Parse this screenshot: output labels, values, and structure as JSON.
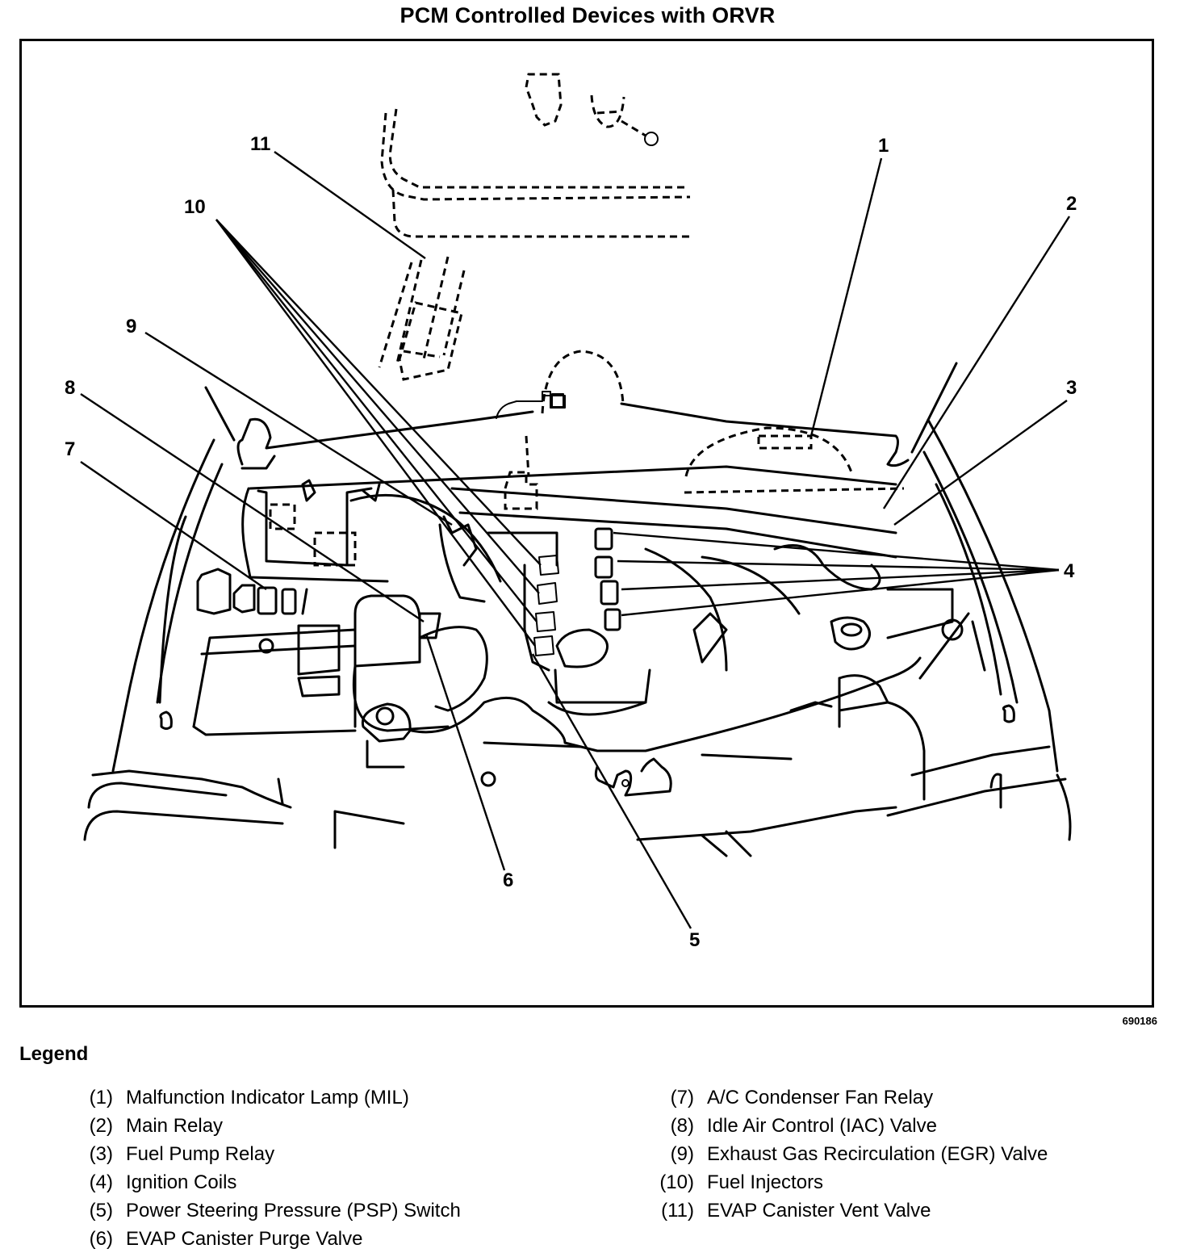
{
  "title": "PCM Controlled Devices with ORVR",
  "figure_id": "690186",
  "legend": {
    "heading": "Legend",
    "items": [
      {
        "num": "(1)",
        "label": "Malfunction Indicator Lamp (MIL)"
      },
      {
        "num": "(2)",
        "label": "Main Relay"
      },
      {
        "num": "(3)",
        "label": "Fuel Pump Relay"
      },
      {
        "num": "(4)",
        "label": "Ignition Coils"
      },
      {
        "num": "(5)",
        "label": "Power Steering Pressure (PSP) Switch"
      },
      {
        "num": "(6)",
        "label": "EVAP Canister Purge Valve"
      },
      {
        "num": "(7)",
        "label": "A/C Condenser Fan Relay"
      },
      {
        "num": "(8)",
        "label": "Idle Air Control (IAC) Valve"
      },
      {
        "num": "(9)",
        "label": "Exhaust Gas Recirculation (EGR) Valve"
      },
      {
        "num": "(10)",
        "label": "Fuel Injectors"
      },
      {
        "num": "(11)",
        "label": "EVAP Canister Vent Valve"
      }
    ]
  },
  "callouts": [
    {
      "label": "1",
      "targets": 1
    },
    {
      "label": "2",
      "targets": 1
    },
    {
      "label": "3",
      "targets": 1
    },
    {
      "label": "4",
      "targets": 4
    },
    {
      "label": "5",
      "targets": 1
    },
    {
      "label": "6",
      "targets": 1
    },
    {
      "label": "7",
      "targets": 1
    },
    {
      "label": "8",
      "targets": 1
    },
    {
      "label": "9",
      "targets": 1
    },
    {
      "label": "10",
      "targets": 4
    },
    {
      "label": "11",
      "targets": 1
    }
  ]
}
